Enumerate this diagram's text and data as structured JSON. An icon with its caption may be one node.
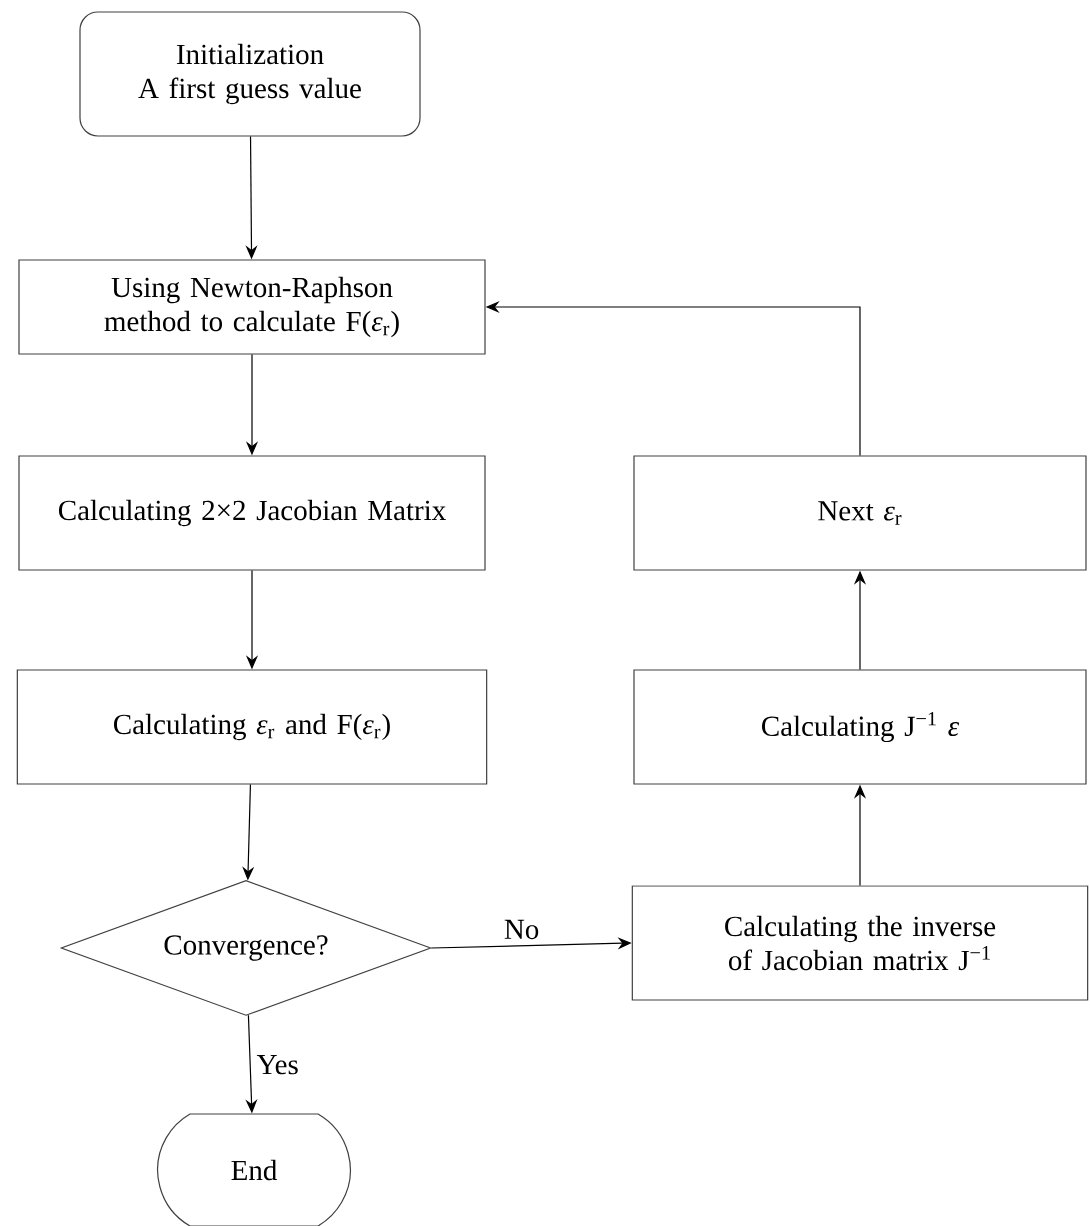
{
  "diagram": {
    "nodes": [
      {
        "text": [
          "Initialization",
          "A first guess value"
        ]
      },
      {
        "text": [
          "Using Newton-Raphson method to calculate F(*ε*$_{r}$)"
        ]
      },
      {
        "text": [
          "Calculating 2×2 Jacobian Matrix"
        ]
      },
      {
        "text": [
          "Calculating *ε*$_{r}$ and F(*ε*$_{r}$)"
        ]
      },
      {
        "text": [
          "Convergence?"
        ]
      },
      {
        "text": [
          "End"
        ]
      },
      {
        "text": [
          "Next *ε*$_{r}$"
        ]
      },
      {
        "text": [
          "Calculating J$^{−1}$ *ε*"
        ]
      },
      {
        "text": [
          "Calculating the inverse of Jacobian matrix J$^{−1}$"
        ]
      }
    ],
    "edges": [
      {
        "from": 0,
        "to": 1,
        "arrow": "to"
      },
      {
        "from": 1,
        "to": 2,
        "arrow": "to"
      },
      {
        "from": 2,
        "to": 3,
        "arrow": "to"
      },
      {
        "from": 3,
        "to": 4,
        "arrow": "to"
      },
      {
        "from": 4,
        "to": 5,
        "arrow": "to",
        "label": "Yes"
      },
      {
        "from": 4,
        "to": 8,
        "arrow": "to",
        "label": "No"
      },
      {
        "from": 8,
        "to": 7,
        "arrow": "to"
      },
      {
        "from": 7,
        "to": 6,
        "arrow": "to"
      },
      {
        "from": 6,
        "to": 1,
        "arrow": "to"
      }
    ]
  }
}
